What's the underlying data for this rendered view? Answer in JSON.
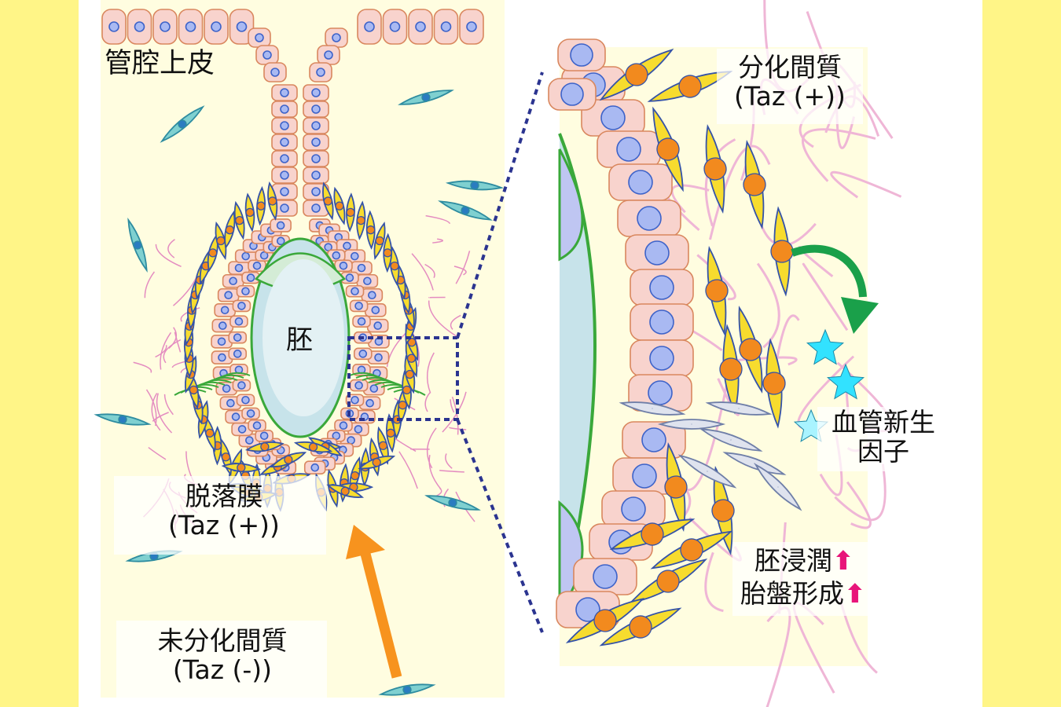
{
  "colors": {
    "page_bg": "#fff587",
    "panel_bg": "#fffde0",
    "epithelium_fill": "#f8d3cd",
    "epithelium_stroke": "#d9875e",
    "nucleus_blue": "#a9b9f2",
    "nucleus_stroke": "#3d63c9",
    "stromal_yellow": "#f7dc2e",
    "stromal_stroke": "#3553a8",
    "stromal_nucleus": "#f28a1e",
    "fiber_pink": "#e48cc0",
    "embryo_green": "#3aa83a",
    "embryo_fill": "#c7e3ea",
    "undiff_cell": "#7fd0d0",
    "dashed_blue": "#2b3490",
    "arrow_orange": "#f7931e",
    "arrow_green": "#1aa04a",
    "star_cyan": "#32e2ff",
    "up_arrow_pink": "#e8157a"
  },
  "labels": {
    "lumen_epithelium": "管腔上皮",
    "embryo": "胚",
    "decidua": {
      "line1": "脱落膜",
      "line2": "(Taz (+))"
    },
    "undiff_stroma": {
      "line1": "未分化間質",
      "line2": "(Taz (-))"
    },
    "diff_stroma": {
      "line1": "分化間質",
      "line2": "(Taz (+))"
    },
    "angiogenic": {
      "line1": "血管新生",
      "line2": "因子"
    },
    "embryo_invasion": "胚浸潤",
    "placenta_formation": "胎盤形成",
    "up_arrow": "⬆"
  },
  "icons": {
    "orange_arrow": "arrow-up-icon",
    "green_arrow": "curved-arrow-icon",
    "stars": "star-icon"
  }
}
